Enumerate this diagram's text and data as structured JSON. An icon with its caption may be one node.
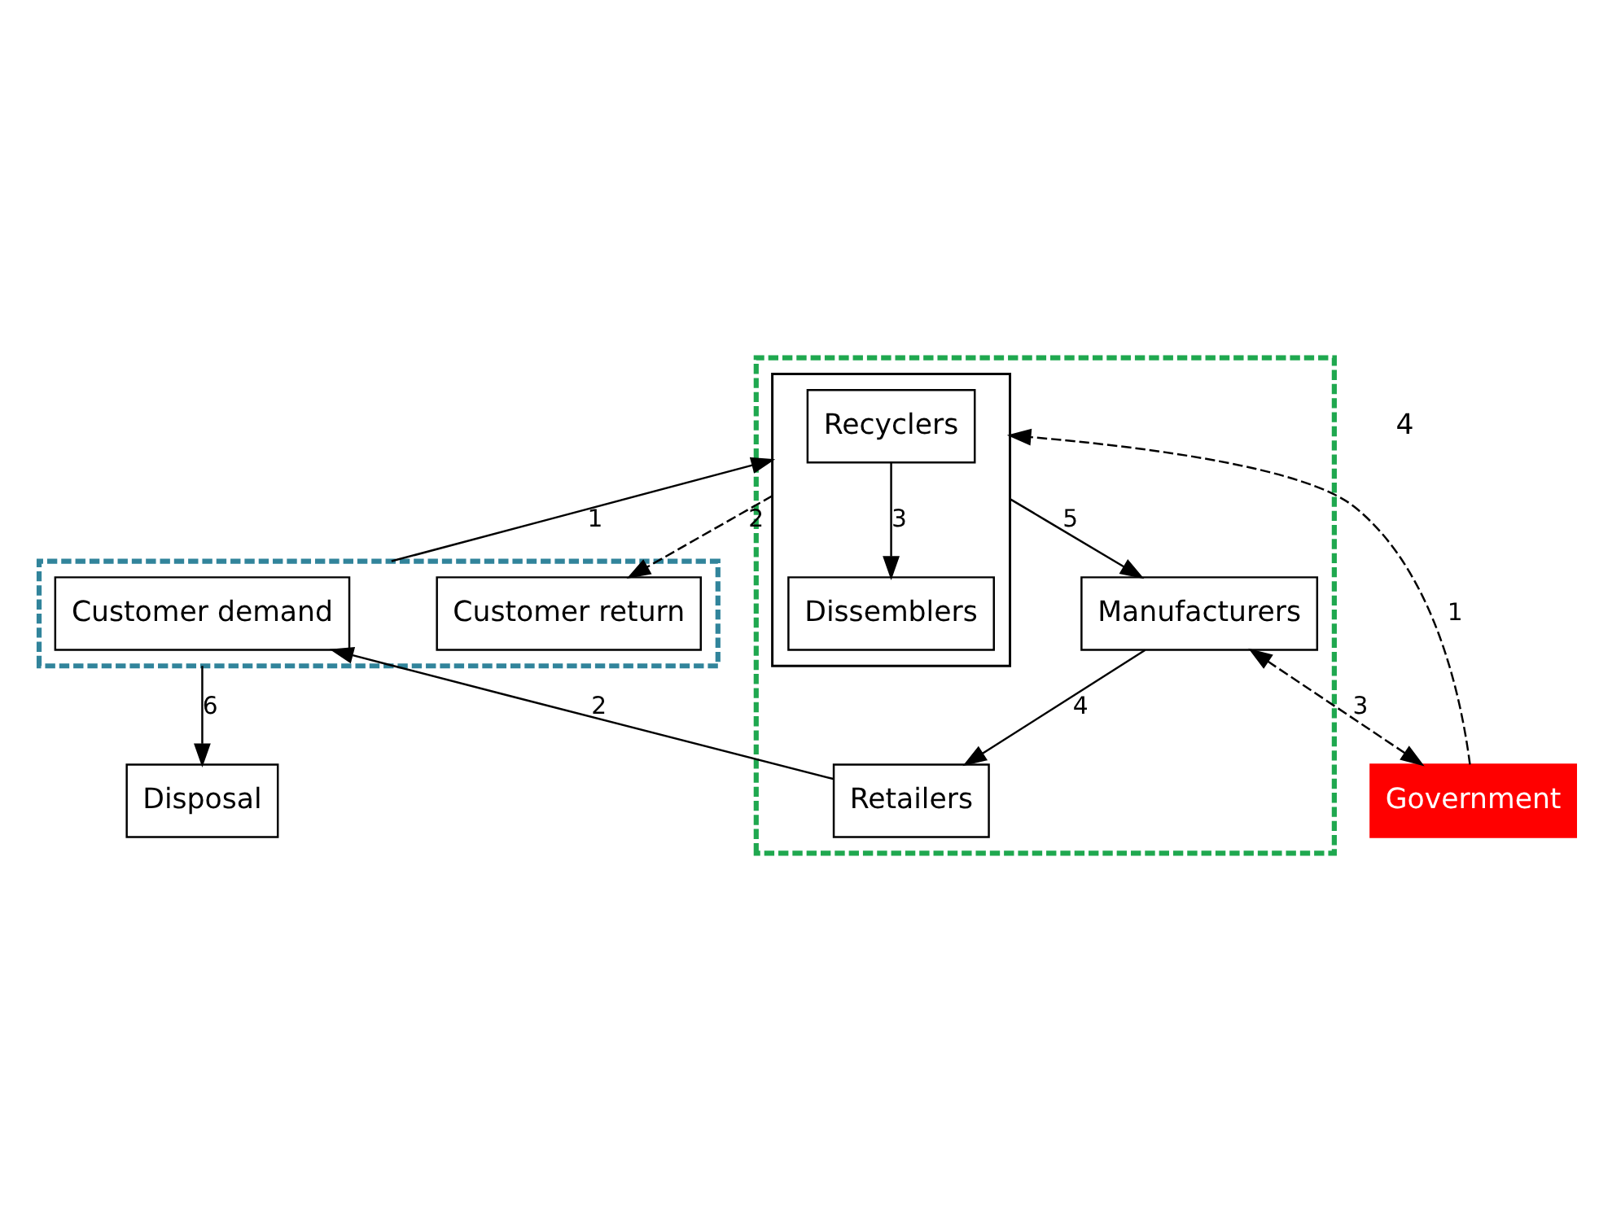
{
  "diagram": {
    "nodes": [
      {
        "text": [],
        "shape": "box"
      },
      {
        "text": [
          "Retailers"
        ],
        "in": 0
      },
      {
        "text": [
          "Manufacturers"
        ],
        "in": 0
      },
      {
        "text": [],
        "shape": "box"
      },
      {
        "text": [
          "Customer demand"
        ],
        "in": 3
      },
      {
        "text": [
          "Customer return"
        ],
        "in": 3
      },
      {
        "text": [
          "Government"
        ]
      },
      {
        "text": [],
        "shape": "box",
        "in": 0
      },
      {
        "text": [
          "Recyclers"
        ],
        "in": 7
      },
      {
        "text": [
          "Dissemblers"
        ],
        "in": 7
      },
      {
        "text": [
          "Disposal"
        ]
      }
    ],
    "edges": [
      {
        "from": 2,
        "to": 1,
        "arrow": "to",
        "label": "4"
      },
      {
        "from": 1,
        "to": 4,
        "arrow": "to",
        "label": "2"
      },
      {
        "from": 2,
        "to": 6,
        "arrow": "both",
        "style": "dashed",
        "label": "3"
      },
      {
        "from": 6,
        "to": 7,
        "arrow": "to",
        "style": "dashed",
        "label": "1"
      },
      {
        "from": 7,
        "to": 5,
        "arrow": "to",
        "style": "dashed",
        "label": "2"
      },
      {
        "from": 3,
        "to": 10,
        "arrow": "to",
        "label": "6"
      },
      {
        "from": 3,
        "to": 7,
        "arrow": "to",
        "label": "1"
      },
      {
        "from": 8,
        "to": 9,
        "arrow": "to",
        "label": "3"
      },
      {
        "from": 7,
        "to": 2,
        "arrow": "to",
        "label": "5"
      }
    ],
    "labels": [
      "4"
    ]
  }
}
